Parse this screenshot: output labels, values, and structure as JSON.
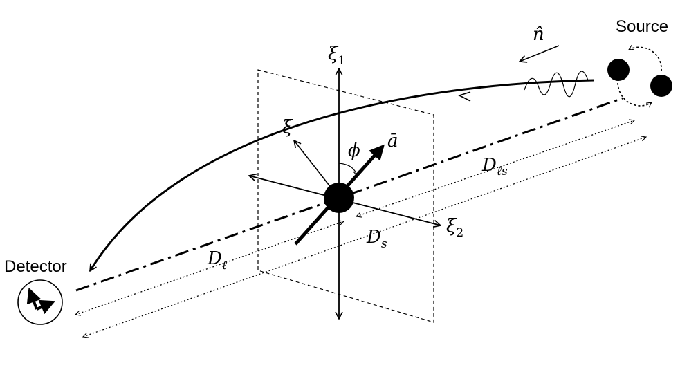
{
  "labels": {
    "source": "Source",
    "detector": "Detector",
    "n_hat": "n̂",
    "xi1_main": "ξ",
    "xi1_sub": "1",
    "xi2_main": "ξ",
    "xi2_sub": "2",
    "xi_bar": "ξ̄",
    "phi": "ϕ",
    "a_bar": "ā",
    "d_l_main": "D",
    "d_l_sub": "ℓ",
    "d_s_main": "D",
    "d_s_sub": "s",
    "d_ls_main": "D",
    "d_ls_sub": "ℓs"
  },
  "icons": {
    "detector": "detector-axes-icon",
    "source": "binary-source-icon",
    "wave": "gravitational-wave-icon"
  },
  "colors": {
    "ink": "#000000",
    "background": "#ffffff"
  }
}
